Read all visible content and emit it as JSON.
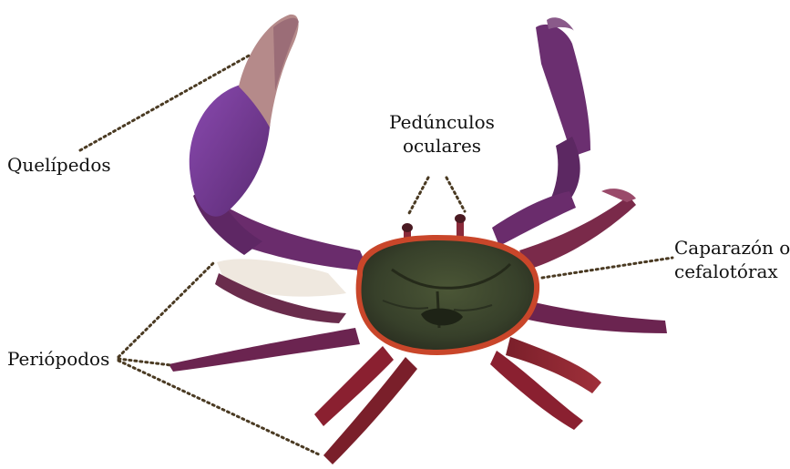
{
  "labels": {
    "quelipedos": "Quelípedos",
    "pedunculos_line1": "Pedúnculos",
    "pedunculos_line2": "oculares",
    "caparazon_line1": "Caparazón o",
    "caparazon_line2": "cefalotórax",
    "periopodos": "Periópodos"
  },
  "colors": {
    "leg_purple": "#6b2a6e",
    "claw_purple": "#7a3a9a",
    "leg_red": "#8a1e2e",
    "carapace": "#3f4a2c",
    "carapace_rim": "#c9462a",
    "claw_white": "#efe8df",
    "leader_line": "#4a3a22"
  }
}
